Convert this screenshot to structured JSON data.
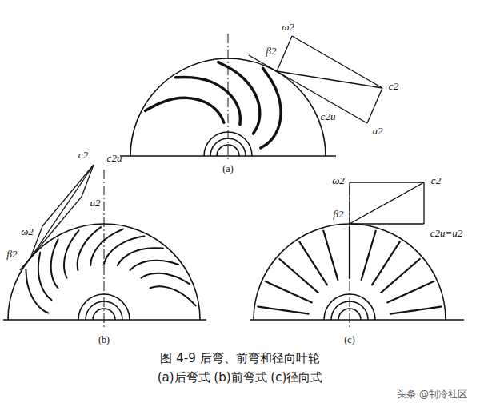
{
  "diagram": {
    "caption": "图 4-9 后弯、前弯和径向叶轮",
    "labels": [
      "ω2",
      "β2",
      "c2u",
      "c2",
      "u2",
      "(a)",
      "c2u",
      "u2",
      "ω2",
      "c2",
      "β2",
      "(b)",
      "ω2",
      "c2",
      "β2",
      "c2u=u2",
      "(c)",
      "(a)后弯式 (b)前弯式 (c)径向式",
      "头条 @制冷社区"
    ]
  }
}
